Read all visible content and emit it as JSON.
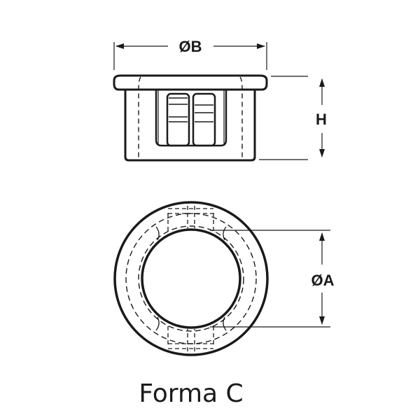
{
  "labels": {
    "diameter_b": "ØB",
    "height": "H",
    "diameter_a": "ØA",
    "caption": "Forma C"
  },
  "colors": {
    "line": "#1a1a1a",
    "background": "#ffffff"
  }
}
